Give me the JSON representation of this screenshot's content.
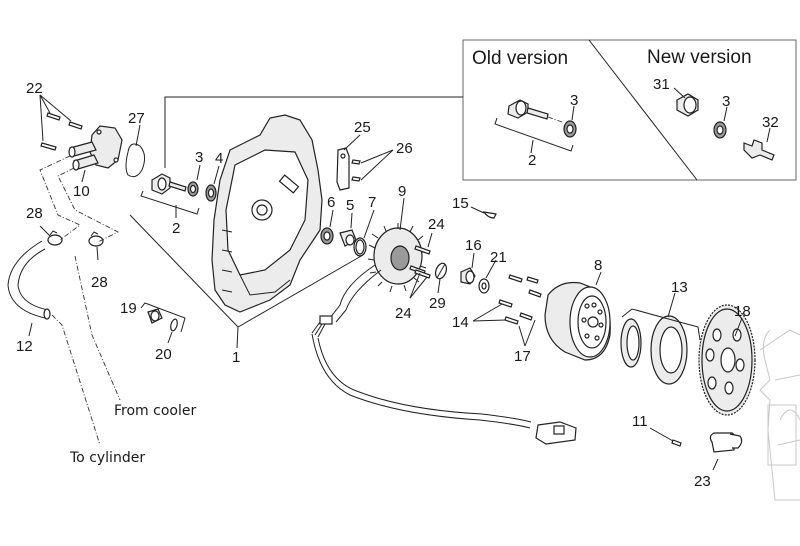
{
  "diagram": {
    "type": "exploded-parts-diagram",
    "subject": "Engine side cover, water pump and flywheel/stator assembly",
    "inset": {
      "old_version_label": "Old version",
      "new_version_label": "New version",
      "old_parts": [
        "2",
        "3"
      ],
      "new_parts": [
        "31",
        "3",
        "32"
      ]
    },
    "callouts": {
      "c1": "1",
      "c2": "2",
      "c3": "3",
      "c4": "4",
      "c5": "5",
      "c6": "6",
      "c7": "7",
      "c8": "8",
      "c9": "9",
      "c10": "10",
      "c11": "11",
      "c12": "12",
      "c13": "13",
      "c14": "14",
      "c15": "15",
      "c16": "16",
      "c17": "17",
      "c18": "18",
      "c19": "19",
      "c20": "20",
      "c21": "21",
      "c22": "22",
      "c23": "23",
      "c24a": "24",
      "c24b": "24",
      "c25": "25",
      "c26": "26",
      "c27": "27",
      "c28a": "28",
      "c28b": "28",
      "c29": "29",
      "inset2": "2",
      "inset3a": "3",
      "inset3b": "3",
      "inset31": "31",
      "inset32": "32"
    },
    "notes": {
      "from_cooler": "From cooler",
      "to_cylinder": "To cylinder"
    }
  }
}
